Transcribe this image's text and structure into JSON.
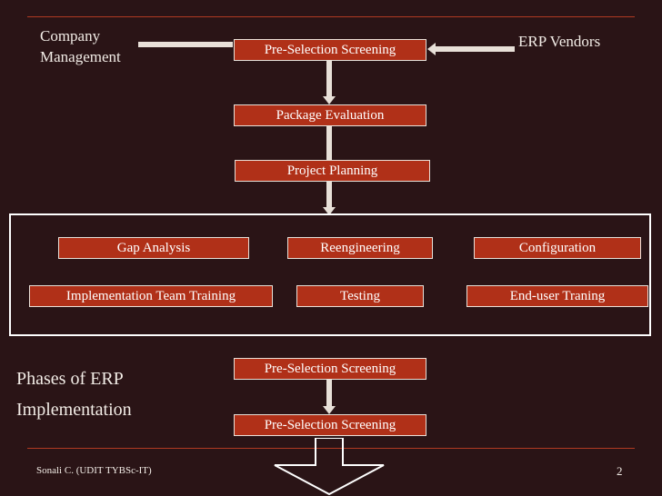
{
  "slide": {
    "background_color": "#2a1416",
    "box_color": "#b03018",
    "rule_color": "#b03a22",
    "text_color": "#f2ece6"
  },
  "labels": {
    "company_management": "Company\nManagement",
    "erp_vendors": "ERP Vendors",
    "phases_title": "Phases of ERP\nImplementation"
  },
  "flow": {
    "pre_selection_screening_top": "Pre-Selection Screening",
    "package_evaluation": "Package Evaluation",
    "project_planning": "Project Planning",
    "pre_selection_screening_mid": "Pre-Selection Screening",
    "pre_selection_screening_bottom": "Pre-Selection Screening"
  },
  "phase_grid": {
    "row1": [
      "Gap Analysis",
      "Reengineering",
      "Configuration"
    ],
    "row2": [
      "Implementation Team Training",
      "Testing",
      "End-user Traning"
    ]
  },
  "footer": {
    "author": "Sonali C. (UDIT TYBSc-IT)",
    "page_number": "2"
  }
}
